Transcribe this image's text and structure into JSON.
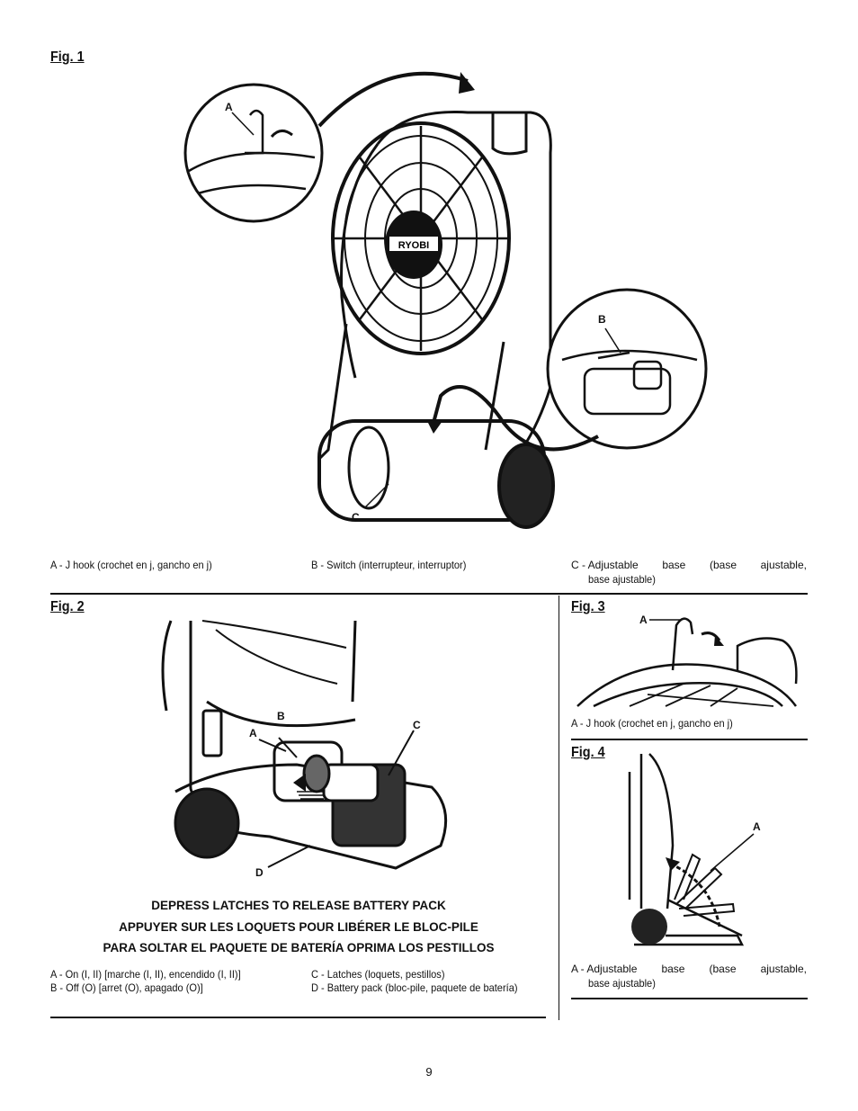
{
  "fig1": {
    "title": "Fig. 1",
    "brand": "RYOBI",
    "labels": {
      "a": "A",
      "b": "B",
      "c": "C"
    },
    "captions": {
      "a": "A - J hook (crochet en j, gancho en j)",
      "b": "B - Switch (interrupteur, interruptor)",
      "c_line1": [
        "C - Adjustable",
        "base",
        "(base",
        "ajustable,"
      ],
      "c_line2": "base ajustable)"
    }
  },
  "fig2": {
    "title": "Fig. 2",
    "labels": {
      "a": "A",
      "b": "B",
      "c": "C",
      "d": "D"
    },
    "warnings": [
      "DEPRESS LATCHES TO RELEASE BATTERY PACK",
      "APPUYER SUR LES LOQUETS POUR LIBÉRER LE BLOC-PILE",
      "PARA SOLTAR EL PAQUETE DE BATERÍA OPRIMA LOS PESTILLOS"
    ],
    "captions": {
      "a": "A - On (I, II) [marche (I, II), encendido (I, II)]",
      "b": "B - Off (O) [arret (O), apagado (O)]",
      "c": "C - Latches (loquets, pestillos)",
      "d": "D - Battery pack (bloc-pile, paquete de batería)"
    }
  },
  "fig3": {
    "title": "Fig. 3",
    "labels": {
      "a": "A"
    },
    "caption": "A - J hook (crochet en j, gancho en j)"
  },
  "fig4": {
    "title": "Fig. 4",
    "labels": {
      "a": "A"
    },
    "caption_line1": [
      "A - Adjustable",
      "base",
      "(base",
      "ajustable,"
    ],
    "caption_line2": "base ajustable)"
  },
  "page_number": "9"
}
